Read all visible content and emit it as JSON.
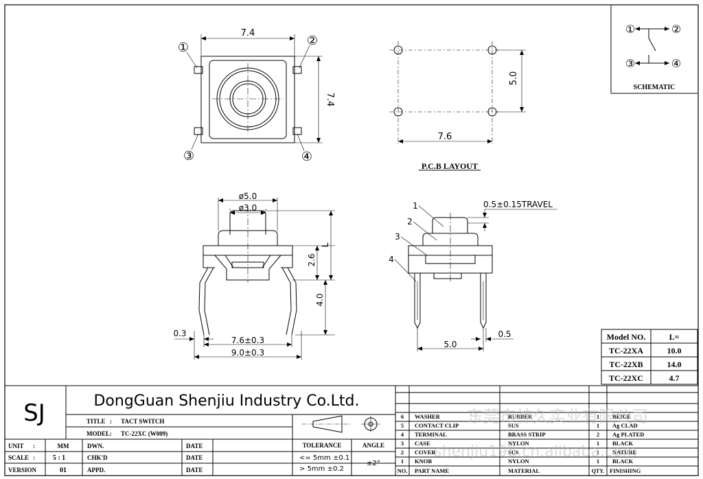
{
  "top_view": {
    "width": "7.4",
    "height": "7.4",
    "pins": [
      "①",
      "②",
      "③",
      "④"
    ]
  },
  "pcb_layout": {
    "title": "P.C.B LAYOUT",
    "height": "5.0",
    "width": "7.6"
  },
  "schematic": {
    "title": "SCHEMATIC",
    "pins": [
      "①",
      "②",
      "③",
      "④"
    ]
  },
  "front_view": {
    "dia_outer": "ø5.0",
    "dia_inner": "ø3.0",
    "body_height": "2.6",
    "total_height": "L",
    "leg_length": "4.0",
    "pin_thickness": "0.3",
    "pin_pitch": "7.6±0.3",
    "overall_width": "9.0±0.3"
  },
  "side_view": {
    "travel": "0.5±0.15TRAVEL",
    "labels": [
      "1",
      "2",
      "3",
      "4"
    ],
    "pitch": "5.0",
    "pin_width": "0.5"
  },
  "model_table": {
    "header": [
      "Model NO.",
      "L="
    ],
    "rows": [
      [
        "TC-22XA",
        "10.0"
      ],
      [
        "TC-22XB",
        "14.0"
      ],
      [
        "TC-22XC",
        "4.7"
      ]
    ]
  },
  "title_block": {
    "logo": "SJ",
    "company": "DongGuan Shenjiu Industry Co.Ltd.",
    "title_label": "TITLE",
    "title_value": "TACT SWITCH",
    "model_label": "MODEL",
    "model_value": "TC-22XC (W009)",
    "unit_label": "UNIT",
    "unit_value": "MM",
    "scale_label": "SCALE",
    "scale_value": "5 : 1",
    "version_label": "VERSION",
    "version_value": "01",
    "dwn": "DWN.",
    "chkd": "CHK'D",
    "appd": "APPD.",
    "date": "DATE",
    "tolerance_label": "TOLERANCE",
    "tol_line1": "<= 5mm ±0.1",
    "tol_line2": "> 5mm ±0.2",
    "angle_label": "ANGLE",
    "angle_value": "±2°"
  },
  "bom": {
    "header": [
      "NO.",
      "PART NAME",
      "MATERIAL",
      "QTY.",
      "FINISHING"
    ],
    "rows": [
      [
        "6",
        "WASHER",
        "RUBBER",
        "1",
        "BEIGE"
      ],
      [
        "5",
        "CONTACT CLIP",
        "SUS",
        "1",
        "Ag CLAD"
      ],
      [
        "4",
        "TERMINAL",
        "BRASS STRIP",
        "2",
        "Ag PLATED"
      ],
      [
        "3",
        "CASE",
        "NYLON",
        "1",
        "BLACK"
      ],
      [
        "2",
        "COVER",
        "SUS",
        "1",
        "NATURE"
      ],
      [
        "1",
        "KNOB",
        "NYLON",
        "1",
        "BLACK"
      ]
    ]
  },
  "watermark": {
    "line1": "东莞市神久实业有限公司",
    "line2": "shenjiu198.cn.alibaba.com"
  }
}
